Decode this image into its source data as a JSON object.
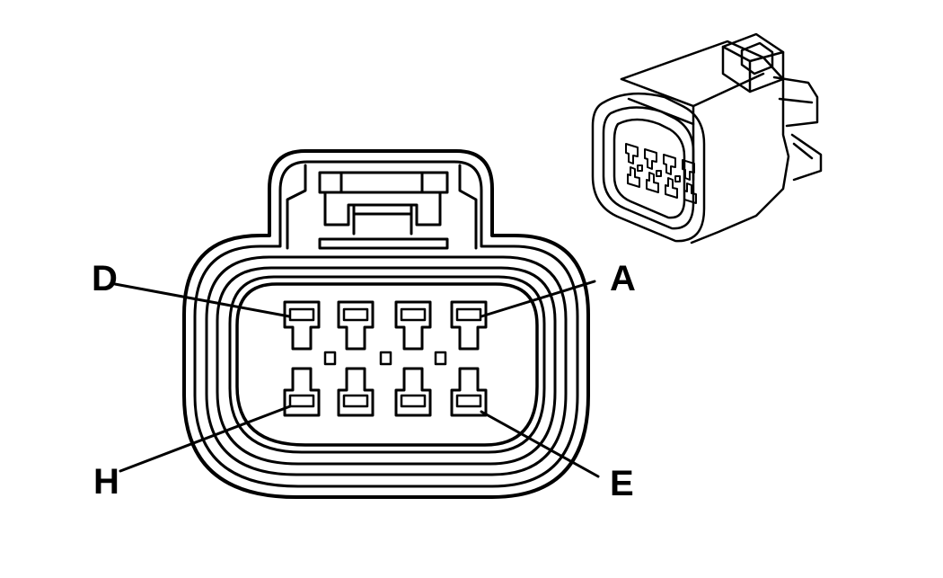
{
  "labels": {
    "pin_a": "A",
    "pin_d": "D",
    "pin_e": "E",
    "pin_h": "H"
  },
  "colors": {
    "ink": "#000000",
    "paper": "#ffffff"
  }
}
